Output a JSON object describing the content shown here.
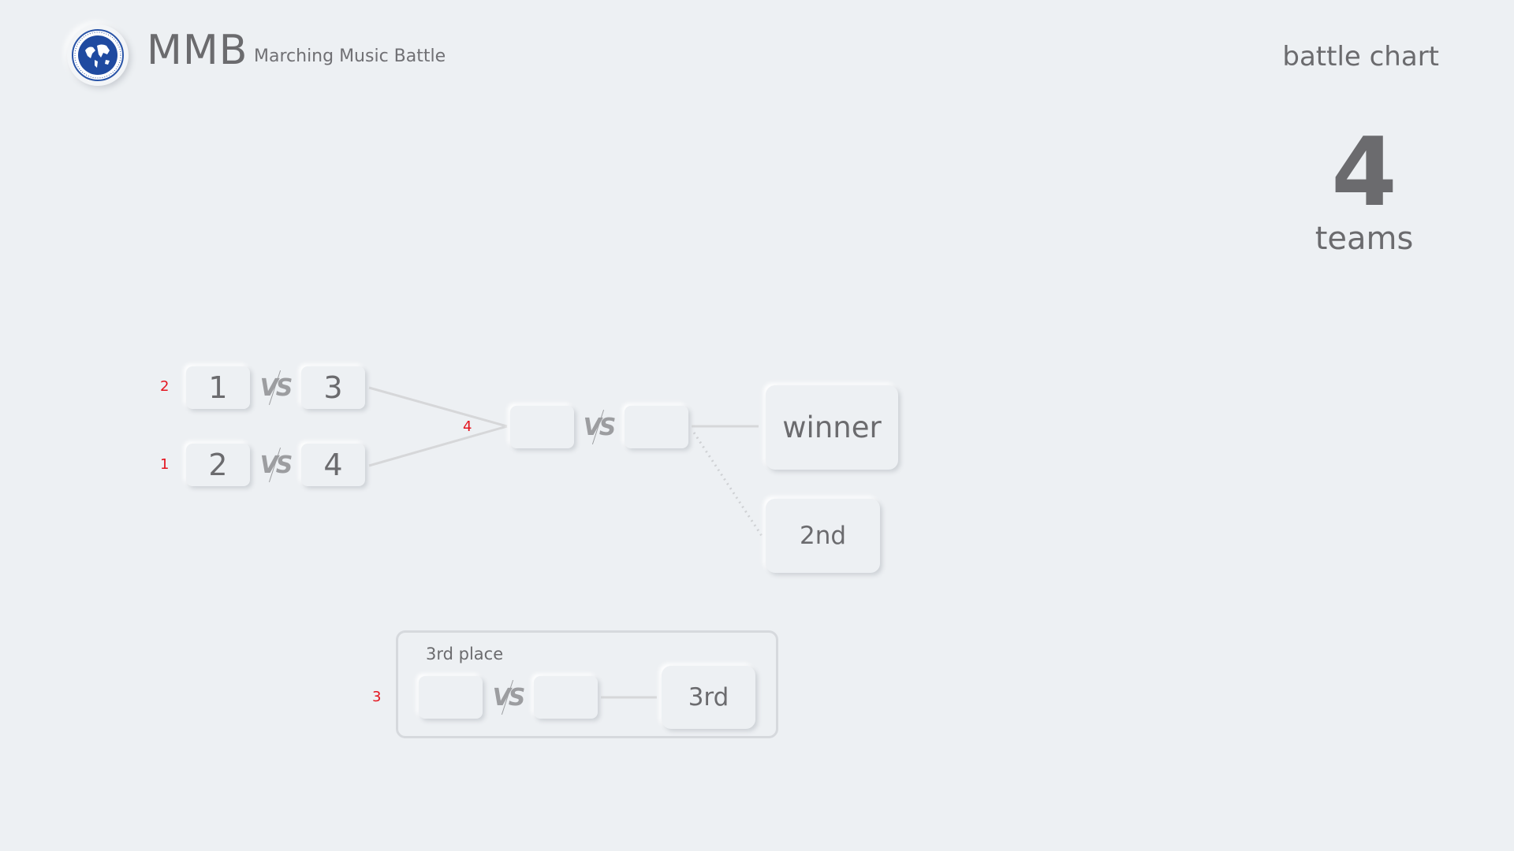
{
  "header": {
    "brand": "MMB",
    "subtitle": "Marching Music Battle",
    "page_title": "battle chart"
  },
  "summary": {
    "team_count": "4",
    "team_label": "teams"
  },
  "vs_label": "VS",
  "bracket": {
    "round1": [
      {
        "match_order": "2",
        "team_a": "1",
        "team_b": "3"
      },
      {
        "match_order": "1",
        "team_a": "2",
        "team_b": "4"
      }
    ],
    "final": {
      "match_order": "4",
      "team_a": "",
      "team_b": ""
    },
    "winner_label": "winner",
    "second_label": "2nd",
    "third_place": {
      "title": "3rd place",
      "match_order": "3",
      "team_a": "",
      "team_b": "",
      "result_label": "3rd"
    }
  },
  "colors": {
    "background": "#edf0f3",
    "match_order": "#e4141e",
    "logo_blue": "#1f4aa0"
  }
}
